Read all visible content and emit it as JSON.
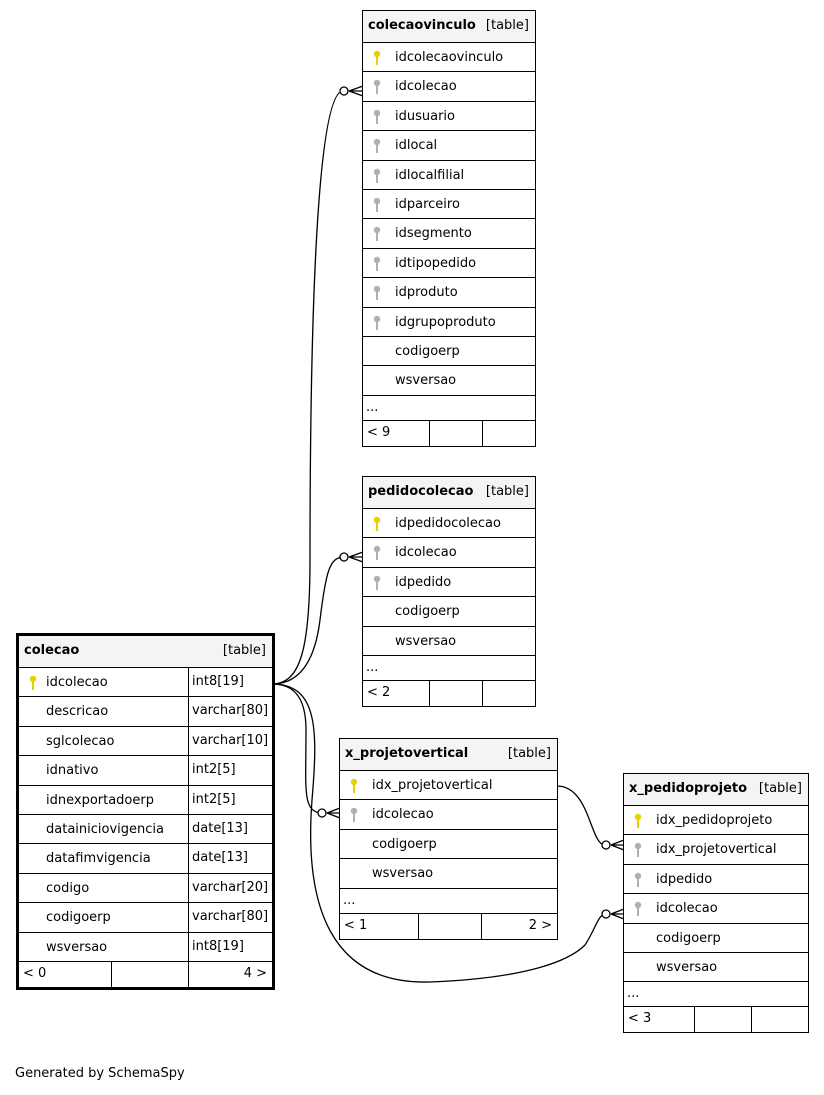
{
  "footer_text": "Generated by SchemaSpy",
  "colors": {
    "primary_key": "#e8d000",
    "foreign_key": "#b0b0b0",
    "header_bg": "#f4f4f4"
  },
  "tables": {
    "colecaovinculo": {
      "name": "colecaovinculo",
      "type": "[table]",
      "columns": [
        {
          "name": "idcolecaovinculo",
          "key": "primary"
        },
        {
          "name": "idcolecao",
          "key": "foreign"
        },
        {
          "name": "idusuario",
          "key": "foreign"
        },
        {
          "name": "idlocal",
          "key": "foreign"
        },
        {
          "name": "idlocalfilial",
          "key": "foreign"
        },
        {
          "name": "idparceiro",
          "key": "foreign"
        },
        {
          "name": "idsegmento",
          "key": "foreign"
        },
        {
          "name": "idtipopedido",
          "key": "foreign"
        },
        {
          "name": "idproduto",
          "key": "foreign"
        },
        {
          "name": "idgrupoproduto",
          "key": "foreign"
        },
        {
          "name": "codigoerp",
          "key": "none"
        },
        {
          "name": "wsversao",
          "key": "none"
        }
      ],
      "ellipsis": "...",
      "footer": {
        "left": "< 9",
        "right": ""
      }
    },
    "pedidocolecao": {
      "name": "pedidocolecao",
      "type": "[table]",
      "columns": [
        {
          "name": "idpedidocolecao",
          "key": "primary"
        },
        {
          "name": "idcolecao",
          "key": "foreign"
        },
        {
          "name": "idpedido",
          "key": "foreign"
        },
        {
          "name": "codigoerp",
          "key": "none"
        },
        {
          "name": "wsversao",
          "key": "none"
        }
      ],
      "ellipsis": "...",
      "footer": {
        "left": "< 2",
        "right": ""
      }
    },
    "colecao": {
      "name": "colecao",
      "type": "[table]",
      "columns": [
        {
          "name": "idcolecao",
          "key": "primary",
          "type": "int8[19]"
        },
        {
          "name": "descricao",
          "key": "none",
          "type": "varchar[80]"
        },
        {
          "name": "sglcolecao",
          "key": "none",
          "type": "varchar[10]"
        },
        {
          "name": "idnativo",
          "key": "none",
          "type": "int2[5]"
        },
        {
          "name": "idnexportadoerp",
          "key": "none",
          "type": "int2[5]"
        },
        {
          "name": "datainiciovigencia",
          "key": "none",
          "type": "date[13]"
        },
        {
          "name": "datafimvigencia",
          "key": "none",
          "type": "date[13]"
        },
        {
          "name": "codigo",
          "key": "none",
          "type": "varchar[20]"
        },
        {
          "name": "codigoerp",
          "key": "none",
          "type": "varchar[80]"
        },
        {
          "name": "wsversao",
          "key": "none",
          "type": "int8[19]"
        }
      ],
      "footer": {
        "left": "< 0",
        "right": "4 >"
      }
    },
    "x_projetovertical": {
      "name": "x_projetovertical",
      "type": "[table]",
      "columns": [
        {
          "name": "idx_projetovertical",
          "key": "primary"
        },
        {
          "name": "idcolecao",
          "key": "foreign"
        },
        {
          "name": "codigoerp",
          "key": "none"
        },
        {
          "name": "wsversao",
          "key": "none"
        }
      ],
      "ellipsis": "...",
      "footer": {
        "left": "< 1",
        "right": "2 >"
      }
    },
    "x_pedidoprojeto": {
      "name": "x_pedidoprojeto",
      "type": "[table]",
      "columns": [
        {
          "name": "idx_pedidoprojeto",
          "key": "primary"
        },
        {
          "name": "idx_projetovertical",
          "key": "foreign"
        },
        {
          "name": "idpedido",
          "key": "foreign"
        },
        {
          "name": "idcolecao",
          "key": "foreign"
        },
        {
          "name": "codigoerp",
          "key": "none"
        },
        {
          "name": "wsversao",
          "key": "none"
        }
      ],
      "ellipsis": "...",
      "footer": {
        "left": "< 3",
        "right": ""
      }
    }
  },
  "relationships": [
    {
      "from": "colecao.idcolecao",
      "to": "colecaovinculo.idcolecao"
    },
    {
      "from": "colecao.idcolecao",
      "to": "pedidocolecao.idcolecao"
    },
    {
      "from": "colecao.idcolecao",
      "to": "x_projetovertical.idcolecao"
    },
    {
      "from": "colecao.idcolecao",
      "to": "x_pedidoprojeto.idcolecao"
    },
    {
      "from": "x_projetovertical.idx_projetovertical",
      "to": "x_pedidoprojeto.idx_projetovertical"
    }
  ]
}
